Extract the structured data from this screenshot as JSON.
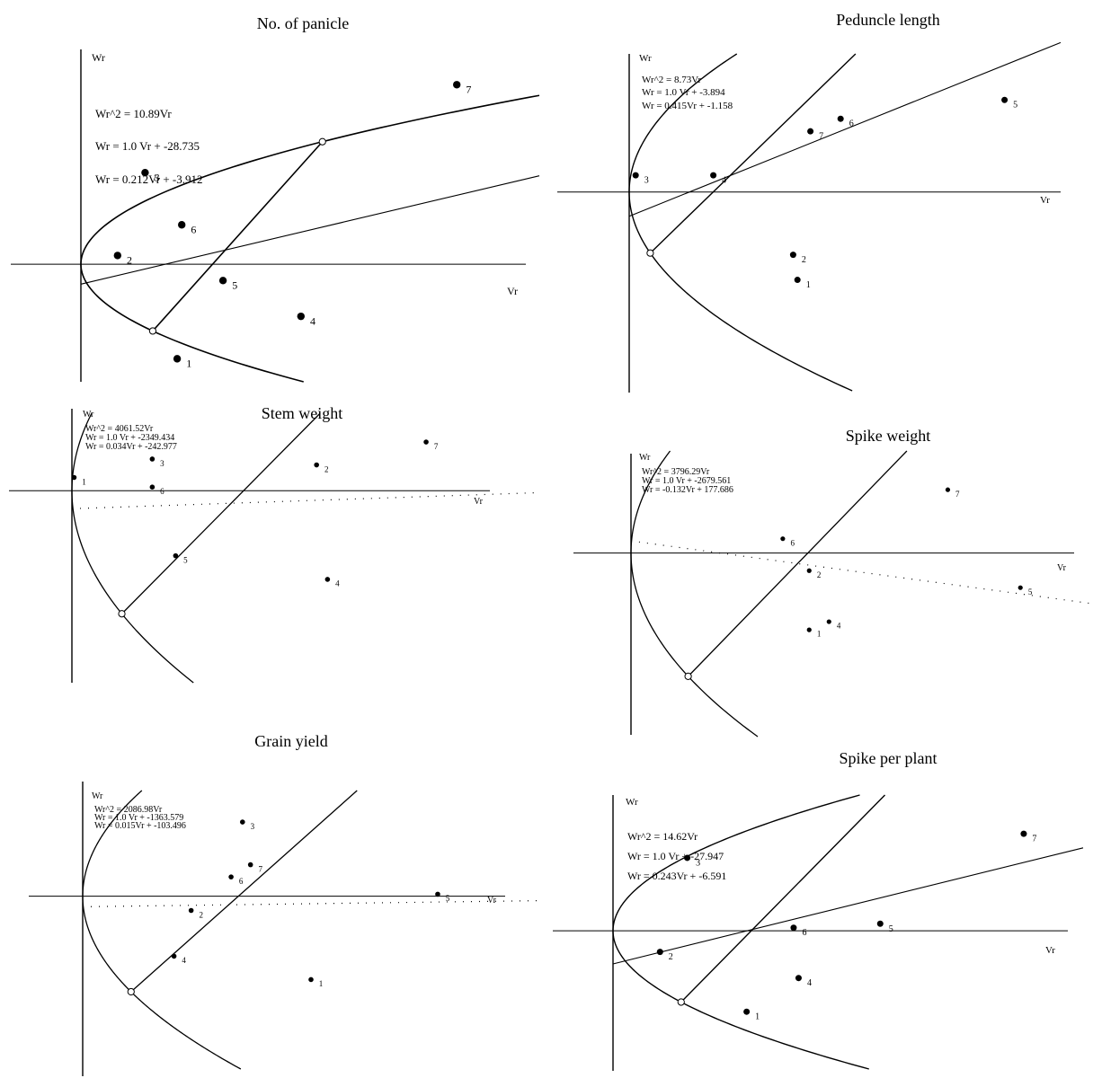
{
  "chart_data": [
    {
      "type": "scatter",
      "title": "No. of panicle",
      "xlabel": "Vr",
      "ylabel": "Wr",
      "equations": [
        "Wr^2 = 10.89Vr",
        "Wr  =  1.0 Vr + -28.735",
        "Wr  = 0.212Vr + -3.912"
      ],
      "parabola_k": 10.89,
      "line_unit": {
        "slope": 1.0,
        "intercept": -28.735
      },
      "line_reg": {
        "slope": 0.212,
        "intercept": -3.912
      },
      "xlim": [
        0,
        100
      ],
      "ylim": [
        -23,
        42
      ],
      "points": [
        {
          "label": "1",
          "x": 21,
          "y": -18.5
        },
        {
          "label": "2",
          "x": 8,
          "y": 1.7
        },
        {
          "label": "3",
          "x": 14,
          "y": 17.9
        },
        {
          "label": "4",
          "x": 48,
          "y": -10.2
        },
        {
          "label": "5",
          "x": 31,
          "y": -3.2
        },
        {
          "label": "6",
          "x": 22,
          "y": 7.7
        },
        {
          "label": "7",
          "x": 82,
          "y": 35.1
        }
      ]
    },
    {
      "type": "scatter",
      "title": "Peduncle length",
      "xlabel": "Vr",
      "ylabel": "Wr",
      "equations": [
        "Wr^2 = 8.73Vr",
        "Wr  =  1.0 Vr + -3.894",
        "Wr = 0.415Vr + -1.158"
      ],
      "parabola_k": 8.73,
      "line_unit": {
        "slope": 1.0,
        "intercept": -3.894
      },
      "line_reg": {
        "slope": 0.415,
        "intercept": -1.158
      },
      "xlim": [
        0,
        20
      ],
      "ylim": [
        -9.5,
        6.6
      ],
      "points": [
        {
          "label": "1",
          "x": 7.8,
          "y": -4.2
        },
        {
          "label": "2",
          "x": 7.6,
          "y": -3.0
        },
        {
          "label": "3",
          "x": 0.3,
          "y": 0.8
        },
        {
          "label": "4",
          "x": 3.9,
          "y": 0.8
        },
        {
          "label": "5",
          "x": 17.4,
          "y": 4.4
        },
        {
          "label": "6",
          "x": 9.8,
          "y": 3.5
        },
        {
          "label": "7",
          "x": 8.4,
          "y": 2.9
        }
      ]
    },
    {
      "type": "scatter",
      "title": "Stem weight",
      "xlabel": "Vr",
      "ylabel": "Wr",
      "equations": [
        "Wr^2 = 4061.52Vr",
        "Wr  =  1.0 Vr + -2349.434",
        "Wr  = 0.034Vr + -242.977"
      ],
      "parabola_k": 4061.52,
      "line_unit": {
        "slope": 1.0,
        "intercept": -2349.434
      },
      "line_reg": {
        "slope": 0.034,
        "intercept": -242.977
      },
      "xlim": [
        0,
        6400
      ],
      "ylim": [
        -2600,
        1050
      ],
      "points": [
        {
          "label": "1",
          "x": 30,
          "y": 180
        },
        {
          "label": "2",
          "x": 3350,
          "y": 350
        },
        {
          "label": "3",
          "x": 1100,
          "y": 430
        },
        {
          "label": "4",
          "x": 3500,
          "y": -1200
        },
        {
          "label": "5",
          "x": 1420,
          "y": -880
        },
        {
          "label": "6",
          "x": 1100,
          "y": 50
        },
        {
          "label": "7",
          "x": 4850,
          "y": 660
        }
      ]
    },
    {
      "type": "scatter",
      "title": "Spike weight",
      "xlabel": "Vr",
      "ylabel": "Wr",
      "equations": [
        "Wr^2 = 3796.29Vr",
        "Wr  =  1.0 Vr + -2679.561",
        "Wr  = -0.132Vr + 177.686"
      ],
      "parabola_k": 3796.29,
      "line_unit": {
        "slope": 1.0,
        "intercept": -2679.561
      },
      "line_reg": {
        "slope": -0.132,
        "intercept": 177.686
      },
      "xlim": [
        0,
        7000
      ],
      "ylim": [
        -2700,
        1500
      ],
      "points": [
        {
          "label": "1",
          "x": 2700,
          "y": -1130
        },
        {
          "label": "2",
          "x": 2700,
          "y": -260
        },
        {
          "label": "4",
          "x": 3000,
          "y": -1010
        },
        {
          "label": "5",
          "x": 5900,
          "y": -510
        },
        {
          "label": "6",
          "x": 2300,
          "y": 210
        },
        {
          "label": "7",
          "x": 4800,
          "y": 930
        }
      ]
    },
    {
      "type": "scatter",
      "title": "Grain yield",
      "xlabel": "Vr",
      "ylabel": "Wr",
      "equations": [
        "Wr^2 = 2086.98Vr",
        "Wr  =  1.0 Vr + -1363.579",
        "Wr  = 0.015Vr + -103.496"
      ],
      "parabola_k": 2086.98,
      "line_unit": {
        "slope": 1.0,
        "intercept": -1363.579
      },
      "line_reg": {
        "slope": 0.015,
        "intercept": -103.496
      },
      "xlim": [
        0,
        4000
      ],
      "ylim": [
        -1700,
        1040
      ],
      "points": [
        {
          "label": "1",
          "x": 2000,
          "y": -820
        },
        {
          "label": "2",
          "x": 950,
          "y": -140
        },
        {
          "label": "3",
          "x": 1400,
          "y": 730
        },
        {
          "label": "4",
          "x": 800,
          "y": -590
        },
        {
          "label": "5",
          "x": 3110,
          "y": 20
        },
        {
          "label": "6",
          "x": 1300,
          "y": 190
        },
        {
          "label": "7",
          "x": 1470,
          "y": 310
        }
      ]
    },
    {
      "type": "scatter",
      "title": "Spike per plant",
      "xlabel": "Vr",
      "ylabel": "Wr",
      "equations": [
        "Wr^2 = 14.62Vr",
        "Wr  =  1.0 Vr + -27.947",
        "Wr  = 0.243Vr + -6.591"
      ],
      "parabola_k": 14.62,
      "line_unit": {
        "slope": 1.0,
        "intercept": -27.947
      },
      "line_reg": {
        "slope": 0.243,
        "intercept": -6.591
      },
      "xlim": [
        0,
        95
      ],
      "ylim": [
        -27.5,
        27
      ],
      "points": [
        {
          "label": "1",
          "x": 27,
          "y": -16.1
        },
        {
          "label": "2",
          "x": 9.5,
          "y": -4.2
        },
        {
          "label": "3",
          "x": 15,
          "y": 14.5
        },
        {
          "label": "4",
          "x": 37.5,
          "y": -9.4
        },
        {
          "label": "5",
          "x": 54,
          "y": 1.4
        },
        {
          "label": "6",
          "x": 36.5,
          "y": 0.6
        },
        {
          "label": "7",
          "x": 83,
          "y": 19.3
        }
      ]
    }
  ]
}
